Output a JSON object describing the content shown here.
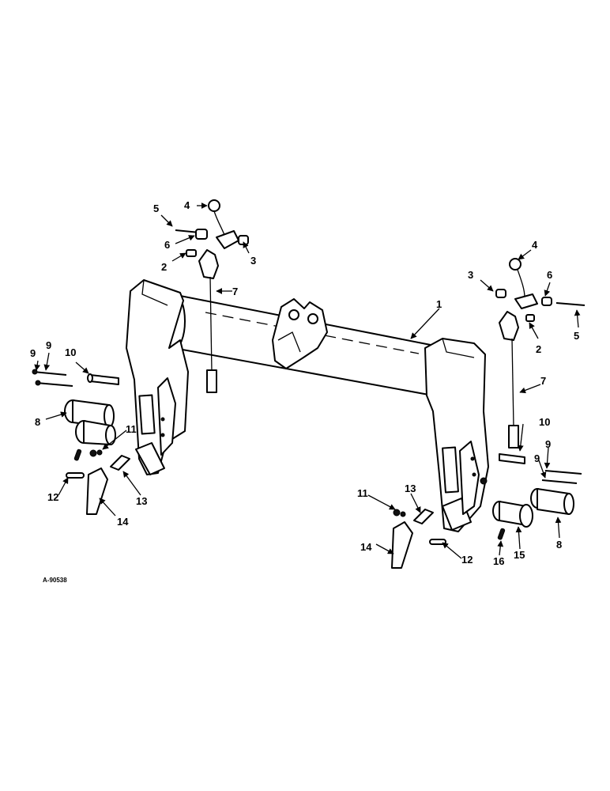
{
  "reference_code": "A-90538",
  "callouts": [
    {
      "id": "c1",
      "text": "1"
    },
    {
      "id": "c2l",
      "text": "2"
    },
    {
      "id": "c2r",
      "text": "2"
    },
    {
      "id": "c3l",
      "text": "3"
    },
    {
      "id": "c3r",
      "text": "3"
    },
    {
      "id": "c4l",
      "text": "4"
    },
    {
      "id": "c4r",
      "text": "4"
    },
    {
      "id": "c5l",
      "text": "5"
    },
    {
      "id": "c5r",
      "text": "5"
    },
    {
      "id": "c6l",
      "text": "6"
    },
    {
      "id": "c6r",
      "text": "6"
    },
    {
      "id": "c7l",
      "text": "7"
    },
    {
      "id": "c7r",
      "text": "7"
    },
    {
      "id": "c8l",
      "text": "8"
    },
    {
      "id": "c8r",
      "text": "8"
    },
    {
      "id": "c9a",
      "text": "9"
    },
    {
      "id": "c9b",
      "text": "9"
    },
    {
      "id": "c9c",
      "text": "9"
    },
    {
      "id": "c9d",
      "text": "9"
    },
    {
      "id": "c10l",
      "text": "10"
    },
    {
      "id": "c10r",
      "text": "10"
    },
    {
      "id": "c11l",
      "text": "11"
    },
    {
      "id": "c11r",
      "text": "11"
    },
    {
      "id": "c12l",
      "text": "12"
    },
    {
      "id": "c12r",
      "text": "12"
    },
    {
      "id": "c13l",
      "text": "13"
    },
    {
      "id": "c13r",
      "text": "13"
    },
    {
      "id": "c14l",
      "text": "14"
    },
    {
      "id": "c14r",
      "text": "14"
    },
    {
      "id": "c15",
      "text": "15"
    },
    {
      "id": "c16",
      "text": "16"
    }
  ]
}
